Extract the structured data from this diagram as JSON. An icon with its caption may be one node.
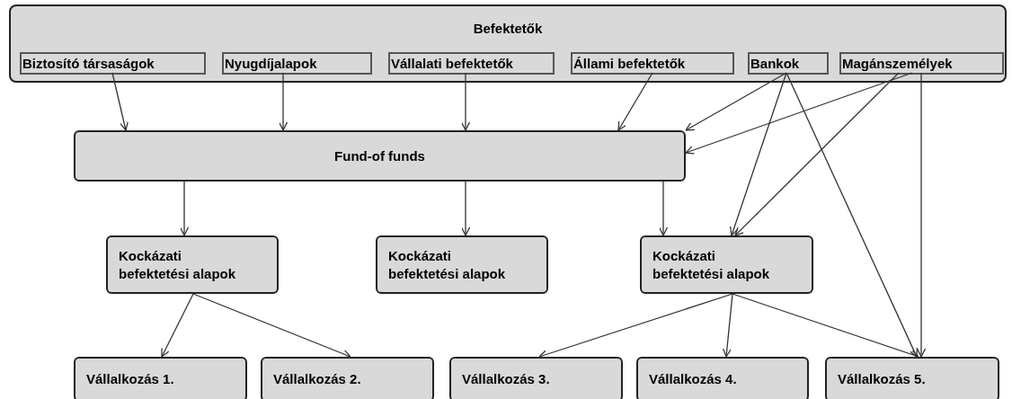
{
  "diagram": {
    "nodes": [
      {
        "text": [
          "Befektetők"
        ]
      },
      {
        "text": [
          "Biztosító társaságok"
        ],
        "in": 0
      },
      {
        "text": [
          "Nyugdíjalapok"
        ],
        "in": 0
      },
      {
        "text": [
          "Vállalati befektetők"
        ],
        "in": 0
      },
      {
        "text": [
          "Állami befektetők"
        ],
        "in": 0
      },
      {
        "text": [
          "Bankok"
        ],
        "in": 0
      },
      {
        "text": [
          "Magánszemélyek"
        ],
        "in": 0
      },
      {
        "text": [
          "Fund-of funds"
        ]
      },
      {
        "text": [
          "Kockázati befektetési alapok"
        ]
      },
      {
        "text": [
          "Kockázati befektetési alapok"
        ]
      },
      {
        "text": [
          "Kockázati befektetési alapok"
        ]
      },
      {
        "text": [
          "Vállalkozás 1."
        ]
      },
      {
        "text": [
          "Vállalkozás 2."
        ]
      },
      {
        "text": [
          "Vállalkozás 3."
        ]
      },
      {
        "text": [
          "Vállalkozás 4."
        ]
      },
      {
        "text": [
          "Vállalkozás 5."
        ]
      }
    ],
    "edges": [
      {
        "from": 1,
        "to": 7,
        "arrow": "to"
      },
      {
        "from": 2,
        "to": 7,
        "arrow": "to"
      },
      {
        "from": 3,
        "to": 7,
        "arrow": "to"
      },
      {
        "from": 4,
        "to": 7,
        "arrow": "to"
      },
      {
        "from": 5,
        "to": 7,
        "arrow": "to"
      },
      {
        "from": 6,
        "to": 7,
        "arrow": "to"
      },
      {
        "from": 7,
        "to": 8,
        "arrow": "to"
      },
      {
        "from": 7,
        "to": 9,
        "arrow": "to"
      },
      {
        "from": 7,
        "to": 10,
        "arrow": "to"
      },
      {
        "from": 5,
        "to": 10,
        "arrow": "to"
      },
      {
        "from": 6,
        "to": 10,
        "arrow": "to"
      },
      {
        "from": 5,
        "to": 15,
        "arrow": "to"
      },
      {
        "from": 6,
        "to": 15,
        "arrow": "to"
      },
      {
        "from": 8,
        "to": 11,
        "arrow": "to"
      },
      {
        "from": 8,
        "to": 12,
        "arrow": "to"
      },
      {
        "from": 10,
        "to": 13,
        "arrow": "to"
      },
      {
        "from": 10,
        "to": 14,
        "arrow": "to"
      },
      {
        "from": 10,
        "to": 15,
        "arrow": "to"
      }
    ]
  }
}
